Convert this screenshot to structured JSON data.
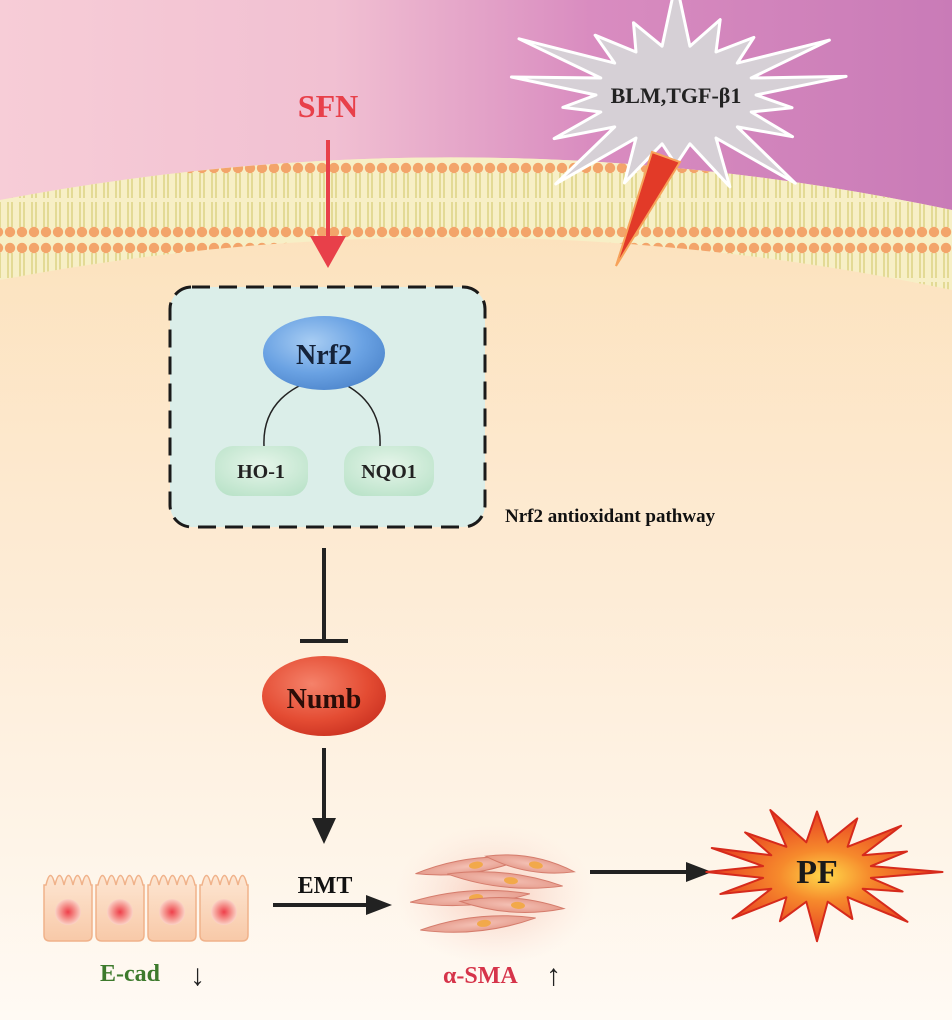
{
  "stimulus": {
    "label": "BLM,TGF-β1"
  },
  "drug": {
    "label": "SFN",
    "color": "#e8404a"
  },
  "pathway": {
    "caption": "Nrf2 antioxidant pathway",
    "nodes": {
      "center": "Nrf2",
      "left": "HO-1",
      "right": "NQO1"
    }
  },
  "numb": {
    "label": "Numb"
  },
  "emt": {
    "label": "EMT"
  },
  "markers": {
    "ecad": {
      "label": "E-cad",
      "arrow": "↓",
      "color": "#3d7a2c"
    },
    "asma": {
      "label": "α-SMA",
      "arrow": "↑",
      "color": "#d6344a"
    }
  },
  "outcome": {
    "label": "PF"
  }
}
